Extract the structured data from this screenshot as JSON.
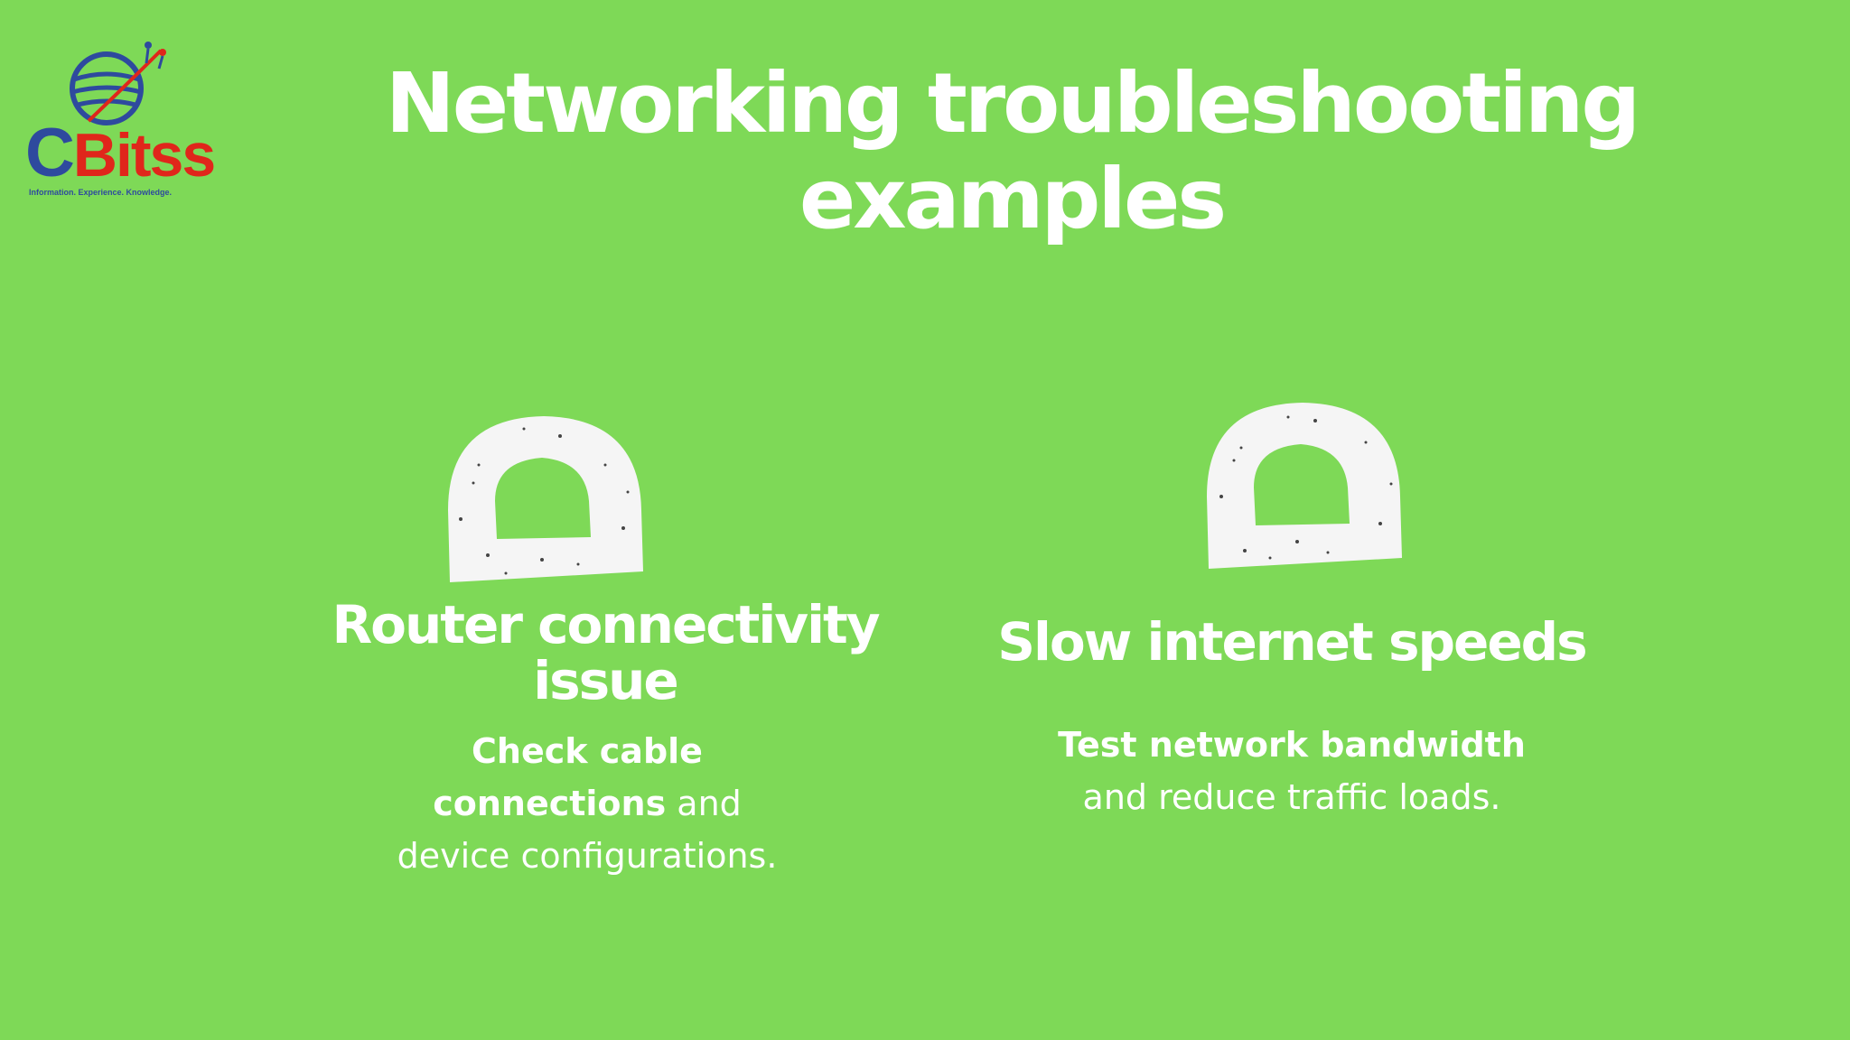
{
  "logo": {
    "initial": "C",
    "rest": "Bitss",
    "tagline": "Information. Experience. Knowledge."
  },
  "title": "Networking troubleshooting examples",
  "cards": [
    {
      "icon": "arch-icon",
      "heading": "Router connectivity issue",
      "desc_bold_1": "Check cable",
      "desc_bold_2": "connections",
      "desc_normal_1": " and",
      "desc_normal_2": "device configurations."
    },
    {
      "icon": "arch-icon",
      "heading": "Slow internet speeds",
      "desc_bold_1": "Test network bandwidth",
      "desc_normal_1": "and reduce traffic loads."
    }
  ],
  "colors": {
    "background": "#7ed957",
    "text": "#ffffff",
    "logo_blue": "#2e4a9e",
    "logo_red": "#e0261b"
  }
}
